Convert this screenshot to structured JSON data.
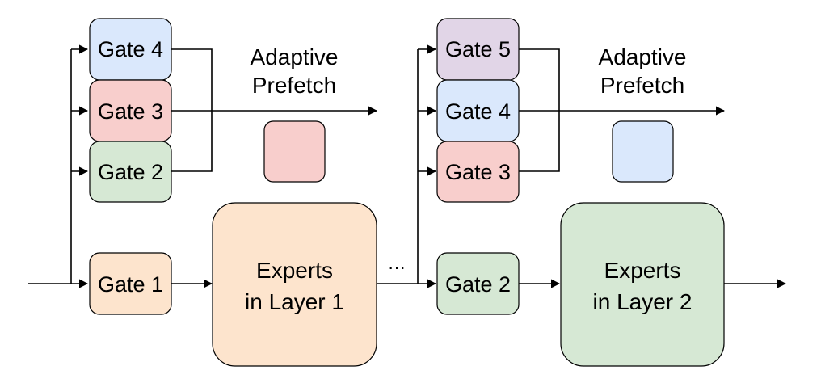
{
  "colors": {
    "orange_fill": "#fde4cd",
    "orange_stroke": "#000000",
    "green_fill": "#d6e8d4",
    "red_fill": "#f8cecc",
    "blue_fill": "#dae8fc",
    "purple_fill": "#e1d5e7"
  },
  "left": {
    "gate4": "Gate 4",
    "gate3": "Gate 3",
    "gate2": "Gate 2",
    "gate1": "Gate 1",
    "experts_line1": "Experts",
    "experts_line2": "in Layer 1",
    "prefetch_line1": "Adaptive",
    "prefetch_line2": "Prefetch"
  },
  "ellipsis": "···",
  "right": {
    "gate5": "Gate 5",
    "gate4": "Gate 4",
    "gate3": "Gate 3",
    "gate2": "Gate 2",
    "experts_line1": "Experts",
    "experts_line2": "in Layer 2",
    "prefetch_line1": "Adaptive",
    "prefetch_line2": "Prefetch"
  }
}
